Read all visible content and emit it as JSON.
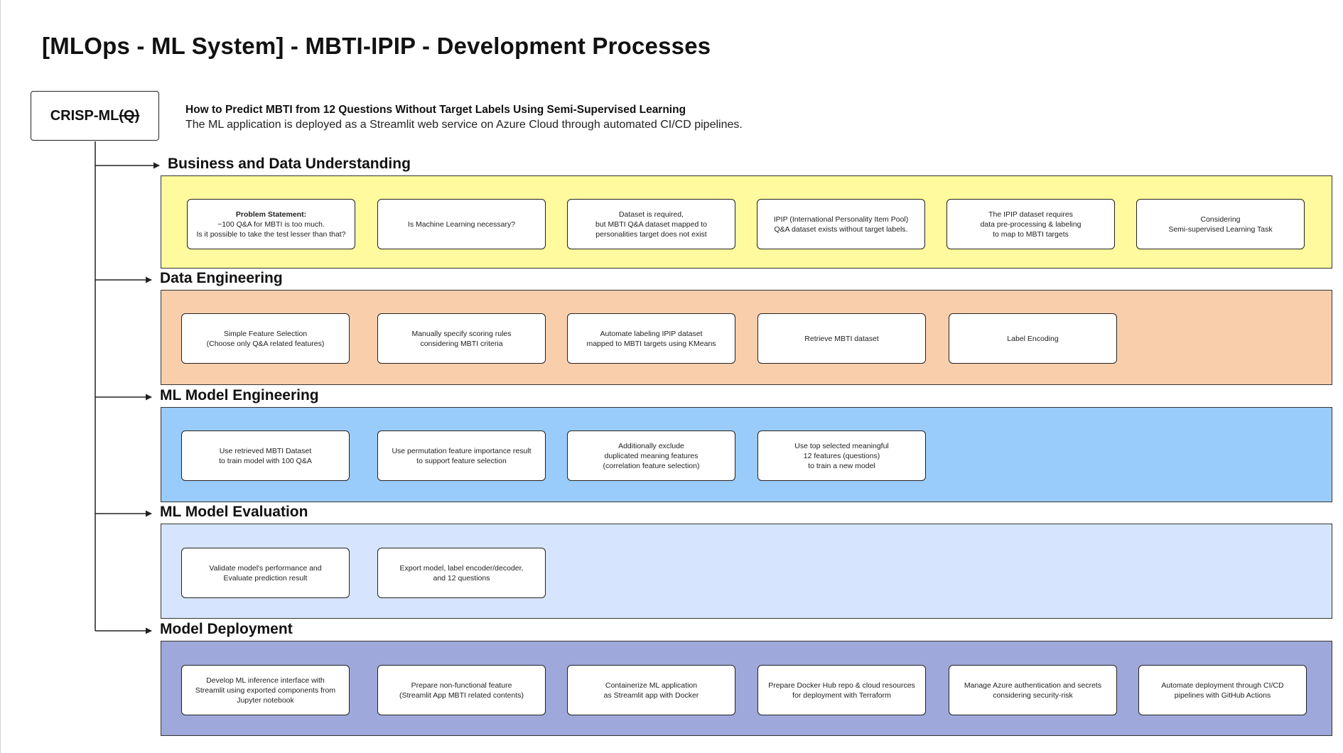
{
  "title": "[MLOps - ML System] - MBTI-IPIP - Development Processes",
  "root": {
    "label_main": "CRISP-ML",
    "label_strike": "(Q)"
  },
  "intro": {
    "subtitle": "How to Predict MBTI from 12 Questions Without Target Labels Using Semi-Supervised Learning",
    "description": "The ML application is deployed as a Streamlit web service on Azure Cloud through automated CI/CD pipelines."
  },
  "colors": {
    "business": "#fefa9d",
    "data_engineering": "#f9ceab",
    "model_engineering": "#99cbfb",
    "model_evaluation": "#d6e4fd",
    "model_deployment": "#9fa8da"
  },
  "stages": [
    {
      "heading": "Business and Data Understanding",
      "steps": [
        {
          "bold": "Problem Statement:",
          "text": "~100 Q&A for MBTI is too much.\nIs it possible to take the test lesser than that?"
        },
        {
          "text": "Is Machine Learning necessary?"
        },
        {
          "text": "Dataset is required,\nbut MBTI Q&A dataset mapped to\npersonalities target does not exist"
        },
        {
          "text": "IPIP (International Personality Item Pool)\nQ&A dataset exists without target labels."
        },
        {
          "text": "The IPIP dataset requires\ndata pre-processing & labeling\nto map to MBTI targets"
        },
        {
          "text": "Considering\nSemi-supervised Learning Task"
        }
      ]
    },
    {
      "heading": "Data Engineering",
      "steps": [
        {
          "text": "Simple Feature Selection\n(Choose only Q&A related features)"
        },
        {
          "text": "Manually specify scoring rules\nconsidering MBTI criteria"
        },
        {
          "text": "Automate labeling IPIP dataset\nmapped to MBTI targets using KMeans"
        },
        {
          "text": "Retrieve MBTI dataset"
        },
        {
          "text": "Label Encoding"
        }
      ]
    },
    {
      "heading": "ML Model Engineering",
      "steps": [
        {
          "text": "Use retrieved MBTI Dataset\nto train model with 100 Q&A"
        },
        {
          "text": "Use permutation feature importance result\nto support feature selection"
        },
        {
          "text": "Additionally exclude\nduplicated meaning features\n(correlation feature selection)"
        },
        {
          "text": "Use top selected meaningful\n12 features (questions)\nto train a new model"
        }
      ]
    },
    {
      "heading": "ML Model Evaluation",
      "steps": [
        {
          "text": "Validate model's performance and\nEvaluate prediction result"
        },
        {
          "text": "Export model, label encoder/decoder,\nand 12 questions"
        }
      ]
    },
    {
      "heading": "Model Deployment",
      "steps": [
        {
          "text": "Develop ML inference interface with\nStreamlit using exported components from\nJupyter notebook"
        },
        {
          "text": "Prepare non-functional feature\n(Streamlit App MBTI related contents)"
        },
        {
          "text": "Containerize ML application\nas Streamlit app with Docker"
        },
        {
          "text": "Prepare Docker Hub repo & cloud resources\nfor deployment with Terraform"
        },
        {
          "text": "Manage Azure authentication and secrets\nconsidering security-risk"
        },
        {
          "text": "Automate deployment through CI/CD\npipelines with GitHub Actions"
        }
      ]
    }
  ]
}
